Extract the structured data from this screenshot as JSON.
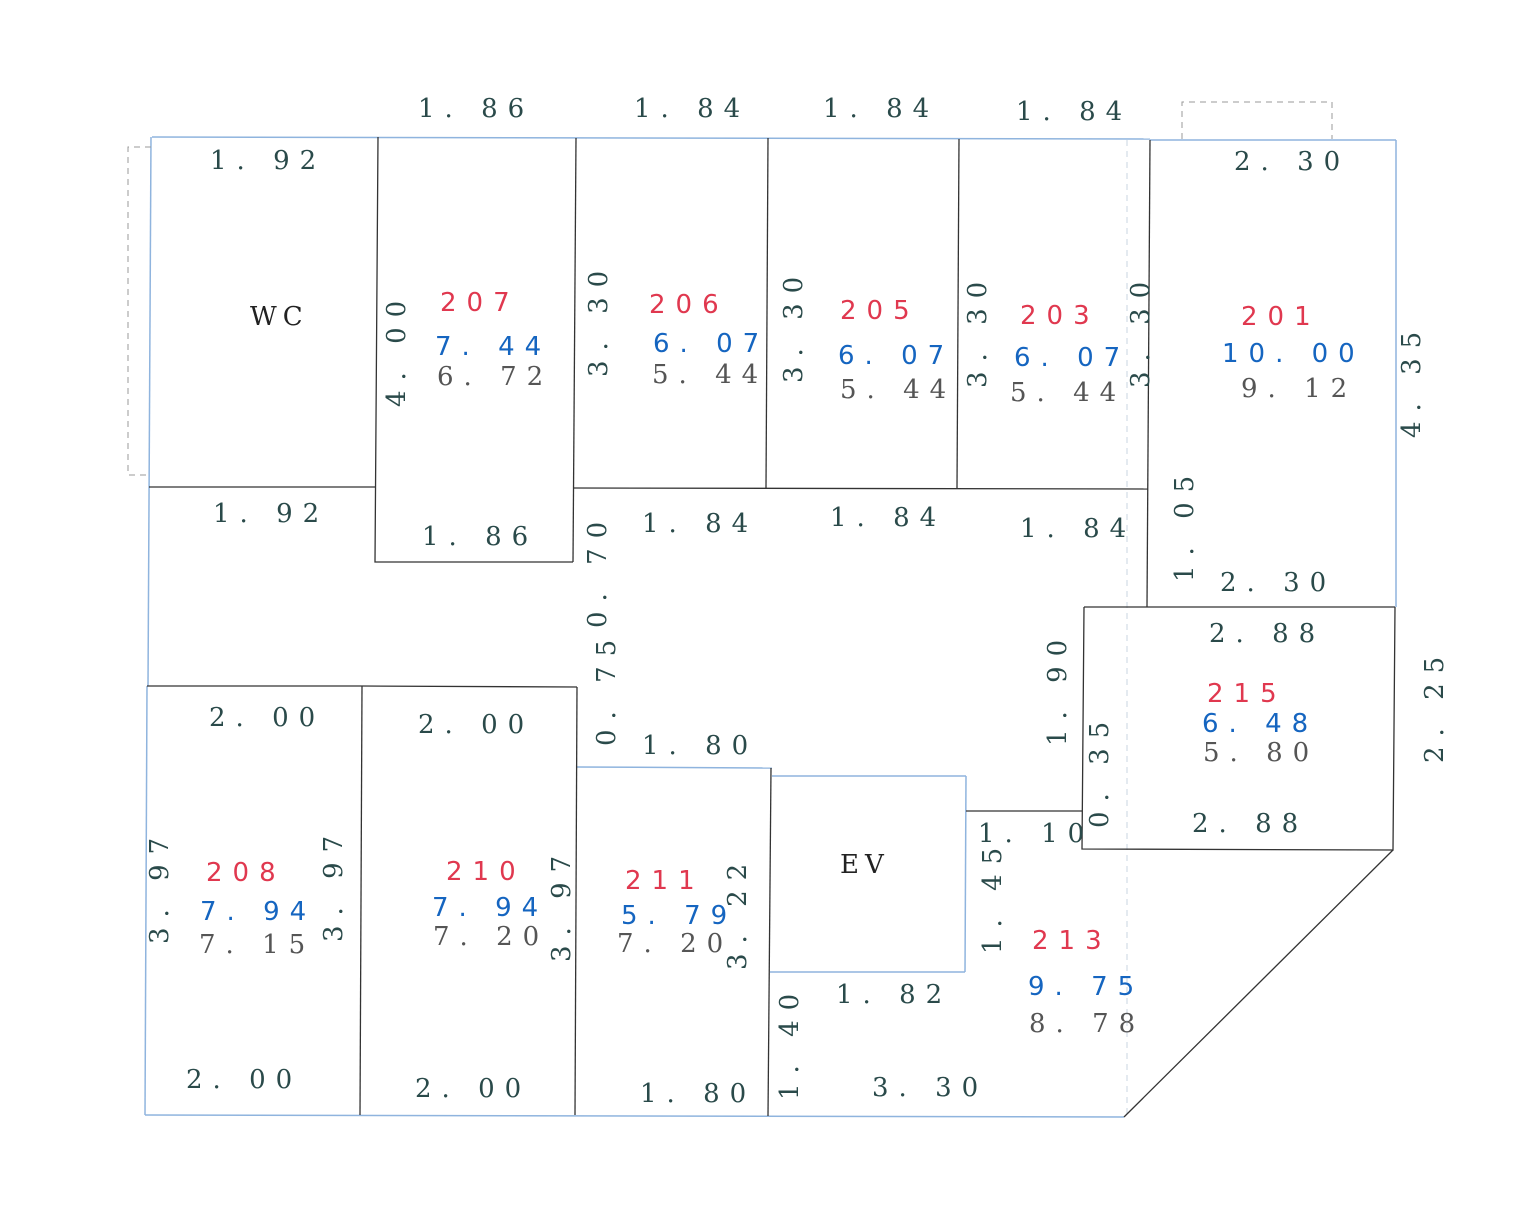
{
  "colors": {
    "room_number": "#e0384f",
    "area_primary": "#1565c0",
    "area_secondary": "#555555",
    "dimension": "#2a4a4a",
    "label": "#222222",
    "wall_dark": "#333333",
    "wall_light": "#8fb4de"
  },
  "rooms": {
    "r207": {
      "number": "207",
      "area": "7. 44",
      "area2": "6. 72"
    },
    "r206": {
      "number": "206",
      "area": "6. 07",
      "area2": "5. 44"
    },
    "r205": {
      "number": "205",
      "area": "6. 07",
      "area2": "5. 44"
    },
    "r203": {
      "number": "203",
      "area": "6. 07",
      "area2": "5. 44"
    },
    "r201": {
      "number": "201",
      "area": "10. 00",
      "area2": "9. 12"
    },
    "r215": {
      "number": "215",
      "area": "6. 48",
      "area2": "5. 80"
    },
    "r208": {
      "number": "208",
      "area": "7. 94",
      "area2": "7. 15"
    },
    "r210": {
      "number": "210",
      "area": "7. 94",
      "area2": "7. 20"
    },
    "r211": {
      "number": "211",
      "area": "5. 79",
      "area2": "7. 20"
    },
    "r213": {
      "number": "213",
      "area": "9. 75",
      "area2": "8. 78"
    }
  },
  "labels": {
    "wc": "WC",
    "ev": "EV"
  },
  "dims": {
    "top_207": "1. 86",
    "top_206": "1. 84",
    "top_205": "1. 84",
    "top_203": "1. 84",
    "wc_top": "1. 92",
    "wc_bottom": "1. 92",
    "r201_top": "2. 30",
    "r207_side": "4. 00",
    "r206_side": "3. 30",
    "r205_side": "3. 30",
    "r203_side": "3. 30",
    "r203_right": "3. 30",
    "r201_right": "4. 35",
    "r207_bottom": "1. 86",
    "r206_bottom": "1. 84",
    "r205_bottom": "1. 84",
    "r203_bottom": "1. 84",
    "r201_step": "1. 05",
    "r201_bottom": "2. 30",
    "corridor_070": "0. 70",
    "corridor_075": "0. 75",
    "r215_top": "2. 88",
    "r215_bottom": "2. 88",
    "r215_left": "0. 35",
    "r215_right": "2. 25",
    "corridor_190": "1. 90",
    "r208_top": "2. 00",
    "r210_top": "2. 00",
    "r211_top": "1. 80",
    "r208_left": "3. 97",
    "r208_right": "3. 97",
    "r210_right": "3. 97",
    "r211_right": "3. 22",
    "r208_bottom": "2. 00",
    "r210_bottom": "2. 00",
    "r211_bottom": "1. 80",
    "ev_right": "1. 10",
    "r213_left": "1. 45",
    "ev_bottom": "1. 82",
    "r213_step": "1. 40",
    "r213_bottom": "3. 30"
  }
}
